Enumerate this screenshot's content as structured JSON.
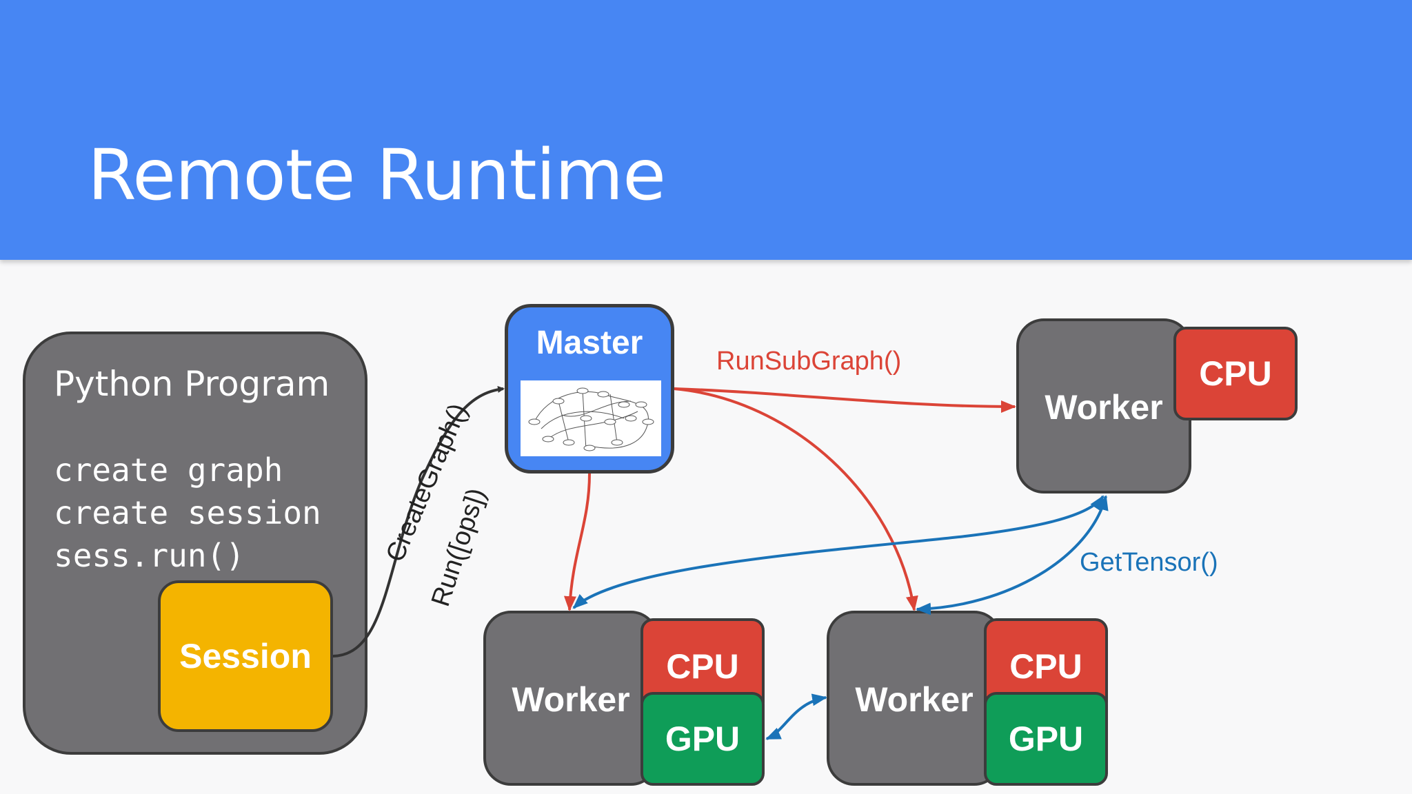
{
  "slide": {
    "title": "Remote Runtime"
  },
  "python_program": {
    "title": "Python Program",
    "code": [
      "create graph",
      "create session",
      "sess.run()"
    ],
    "session_label": "Session"
  },
  "master": {
    "label": "Master"
  },
  "workers": [
    {
      "label": "Worker",
      "devices": [
        "CPU"
      ]
    },
    {
      "label": "Worker",
      "devices": [
        "CPU",
        "GPU"
      ]
    },
    {
      "label": "Worker",
      "devices": [
        "CPU",
        "GPU"
      ]
    }
  ],
  "edges": {
    "create_graph": "CreateGraph()",
    "run_ops": "Run([ops])",
    "run_subgraph": "RunSubGraph()",
    "get_tensor": "GetTensor()"
  },
  "colors": {
    "header": "#4786f3",
    "master": "#4786f3",
    "session": "#f4b400",
    "worker": "#717073",
    "cpu": "#db4437",
    "gpu": "#0f9d58",
    "red_arrow": "#db4437",
    "blue_arrow": "#1a73b8"
  }
}
